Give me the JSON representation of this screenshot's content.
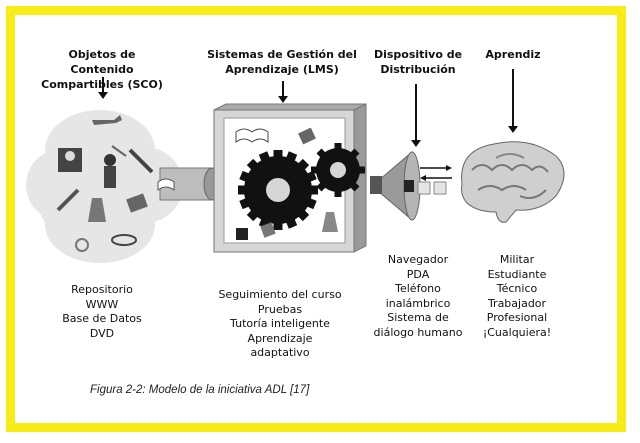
{
  "headers": {
    "sco": "Objetos de Contenido Compartibles (SCO)",
    "lms": "Sistemas de Gestión del Aprendizaje (LMS)",
    "device": "Dispositivo de Distribución",
    "learner": "Aprendiz"
  },
  "lists": {
    "sco": [
      "Repositorio",
      "WWW",
      "Base de Datos",
      "DVD"
    ],
    "lms": [
      "Seguimiento del curso",
      "Pruebas",
      "Tutoría inteligente",
      "Aprendizaje",
      "adaptativo"
    ],
    "device": [
      "Navegador",
      "PDA",
      "Teléfono",
      "inalámbrico",
      "Sistema de",
      "diálogo humano"
    ],
    "learner": [
      "Militar",
      "Estudiante",
      "Técnico",
      "Trabajador",
      "Profesional",
      "¡Cualquiera!"
    ]
  },
  "caption": "Figura 2-2: Modelo de la iniciativa ADL [17]",
  "colors": {
    "frame": "#f7ec18",
    "lms_box": "#d6d6d6",
    "cloud": "#e6e6e6"
  }
}
